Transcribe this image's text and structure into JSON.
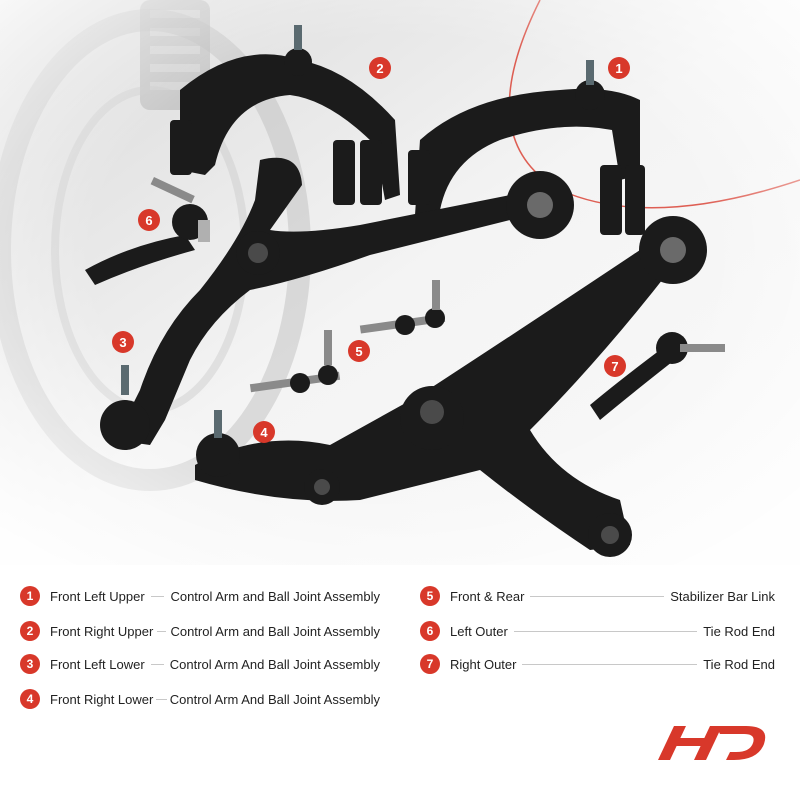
{
  "callouts": [
    "1",
    "2",
    "3",
    "4",
    "5",
    "6",
    "7"
  ],
  "legend": [
    {
      "num": "1",
      "part_a": "Front Left Upper",
      "part_b": "Control Arm and Ball Joint Assembly"
    },
    {
      "num": "2",
      "part_a": "Front Right Upper",
      "part_b": "Control Arm and Ball Joint Assembly"
    },
    {
      "num": "3",
      "part_a": "Front Left Lower",
      "part_b": "Control Arm And Ball Joint Assembly"
    },
    {
      "num": "4",
      "part_a": "Front Right Lower",
      "part_b": "Control Arm And Ball Joint Assembly"
    },
    {
      "num": "5",
      "part_a": "Front & Rear",
      "part_b": "Stabilizer Bar Link"
    },
    {
      "num": "6",
      "part_a": "Left Outer",
      "part_b": "Tie Rod End"
    },
    {
      "num": "7",
      "part_a": "Right Outer",
      "part_b": "Tie Rod End"
    }
  ],
  "colors": {
    "accent": "#d8382a",
    "part": "#1b1b1b"
  },
  "icons": {
    "logo": "brand-logo-icon"
  }
}
